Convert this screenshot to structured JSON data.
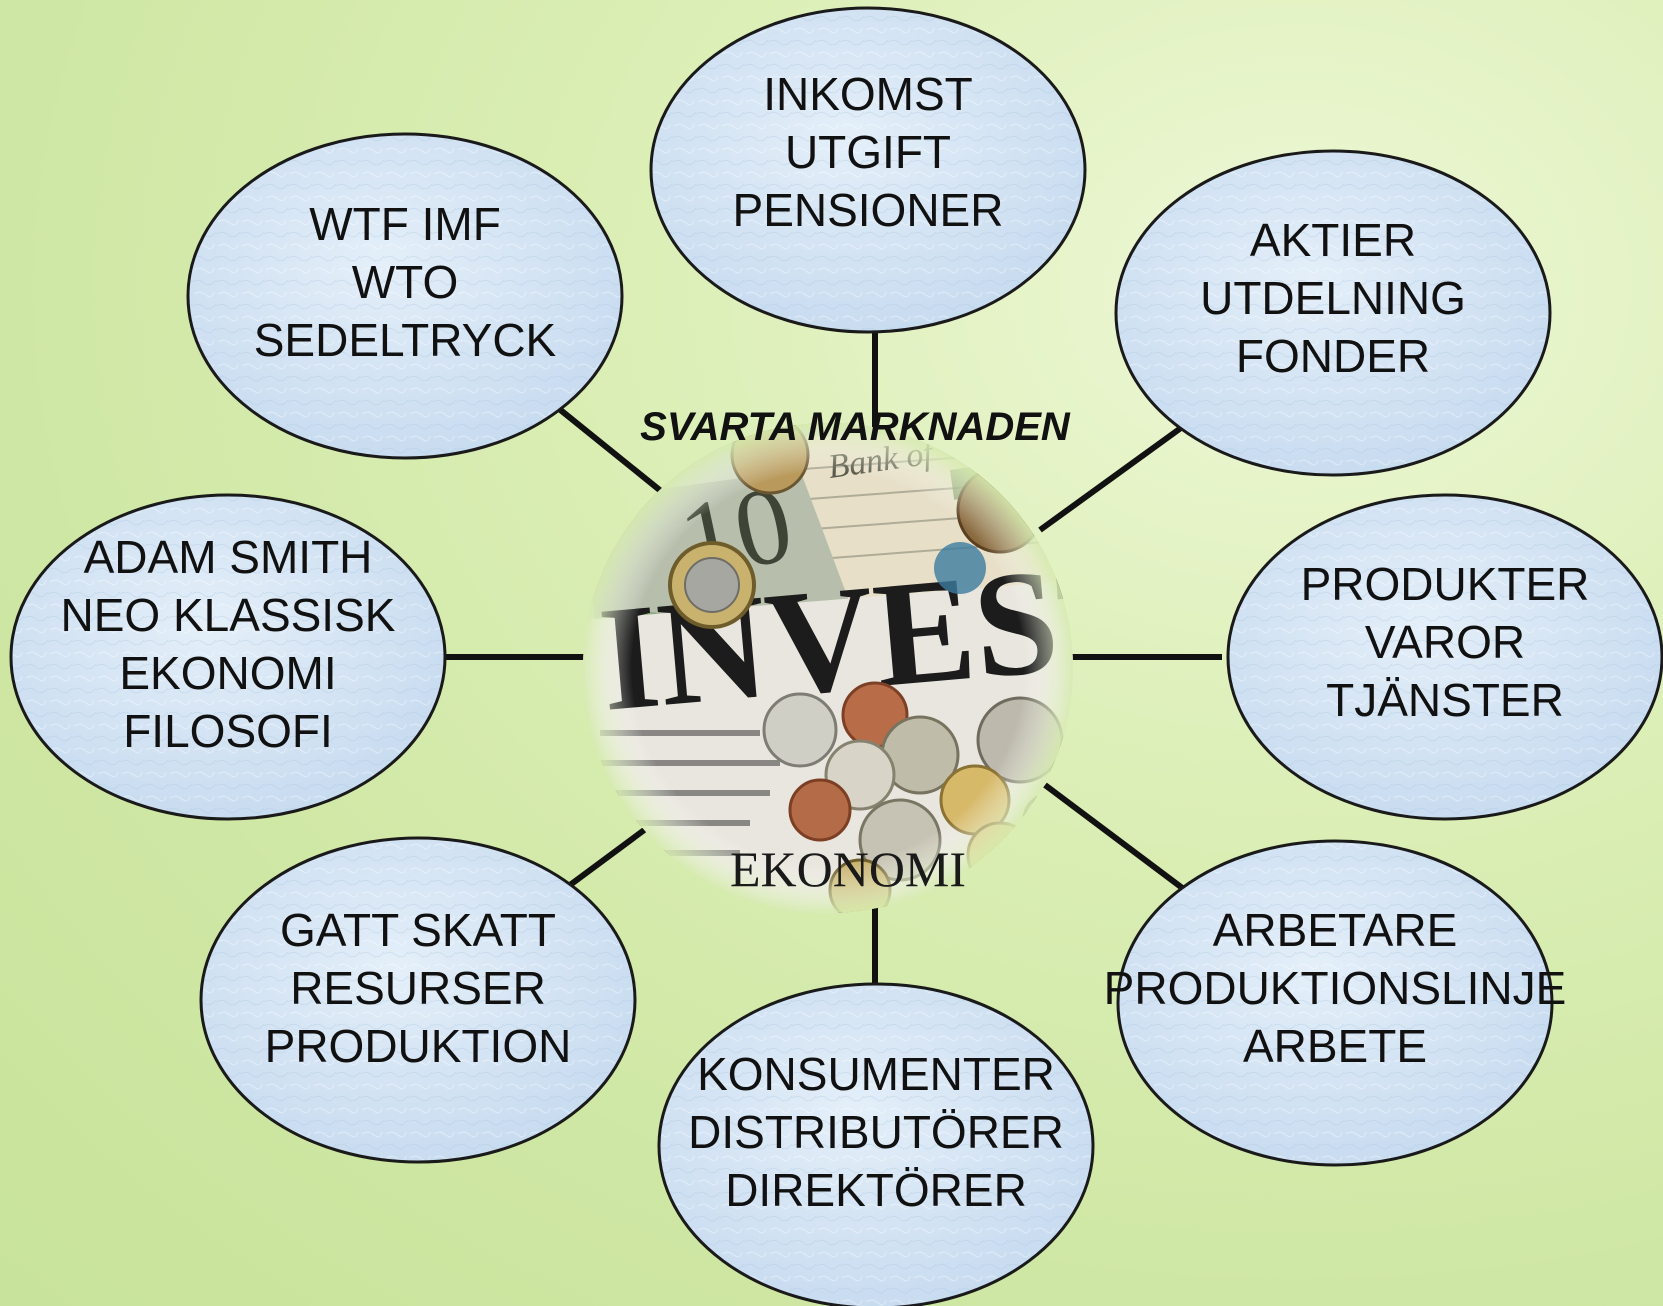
{
  "center": {
    "title": "SVARTA MARKNADEN",
    "label": "EKONOMI",
    "banner_text": "INVESTIN"
  },
  "nodes": [
    {
      "id": "inkomst",
      "lines": [
        "INKOMST",
        "UTGIFT",
        "PENSIONER"
      ]
    },
    {
      "id": "aktier",
      "lines": [
        "AKTIER",
        "UTDELNING",
        "FONDER"
      ]
    },
    {
      "id": "produkter",
      "lines": [
        "PRODUKTER",
        "VAROR",
        "TJÄNSTER"
      ]
    },
    {
      "id": "arbetare",
      "lines": [
        "ARBETARE",
        "PRODUKTIONSLINJE",
        "ARBETE"
      ]
    },
    {
      "id": "konsumenter",
      "lines": [
        "KONSUMENTER",
        "DISTRIBUTÖRER",
        "DIREKTÖRER"
      ]
    },
    {
      "id": "gatt",
      "lines": [
        "GATT SKATT",
        "RESURSER",
        "PRODUKTION"
      ]
    },
    {
      "id": "adam-smith",
      "lines": [
        "ADAM SMITH",
        "NEO KLASSISK",
        "EKONOMI",
        "FILOSOFI"
      ]
    },
    {
      "id": "wtf",
      "lines": [
        "WTF IMF",
        "WTO",
        "SEDELTRYCK"
      ]
    }
  ],
  "colors": {
    "node_fill": "#d3e4f4",
    "node_stroke": "#1a1a1a",
    "connector": "#111111",
    "background": "#d6ecae"
  },
  "center_image": "money-and-coins-photo"
}
